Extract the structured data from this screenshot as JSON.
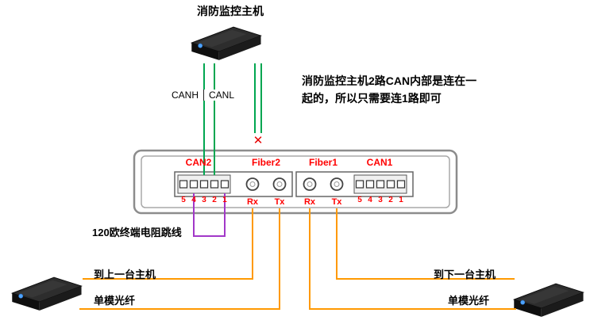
{
  "colors": {
    "can_wire_green": "#00a650",
    "jumper_purple": "#a238c8",
    "fiber_orange": "#ff9900",
    "port_label_red": "#ff0000",
    "panel_border_gray": "#8c8c8c"
  },
  "top_host": {
    "title": "消防监控主机"
  },
  "can_bus": {
    "canh_label": "CANH",
    "canl_label": "CANL"
  },
  "annotation": {
    "line1": "消防监控主机2路CAN内部是连在一",
    "line2": "起的，所以只需要连1路即可"
  },
  "icons": {
    "not_connected": "✕"
  },
  "panel": {
    "ports": [
      {
        "label": "CAN2",
        "pins": [
          "5",
          "4",
          "3",
          "2",
          "1"
        ]
      },
      {
        "label": "Fiber2",
        "pins": [
          "Rx",
          "Tx"
        ]
      },
      {
        "label": "Fiber1",
        "pins": [
          "Rx",
          "Tx"
        ]
      },
      {
        "label": "CAN1",
        "pins": [
          "5",
          "4",
          "3",
          "2",
          "1"
        ]
      }
    ],
    "jumper_label": "120欧终端电阻跳线"
  },
  "left_link": {
    "direction_label": "到上一台主机",
    "fiber_label": "单模光纤"
  },
  "right_link": {
    "direction_label": "到下一台主机",
    "fiber_label": "单模光纤"
  }
}
